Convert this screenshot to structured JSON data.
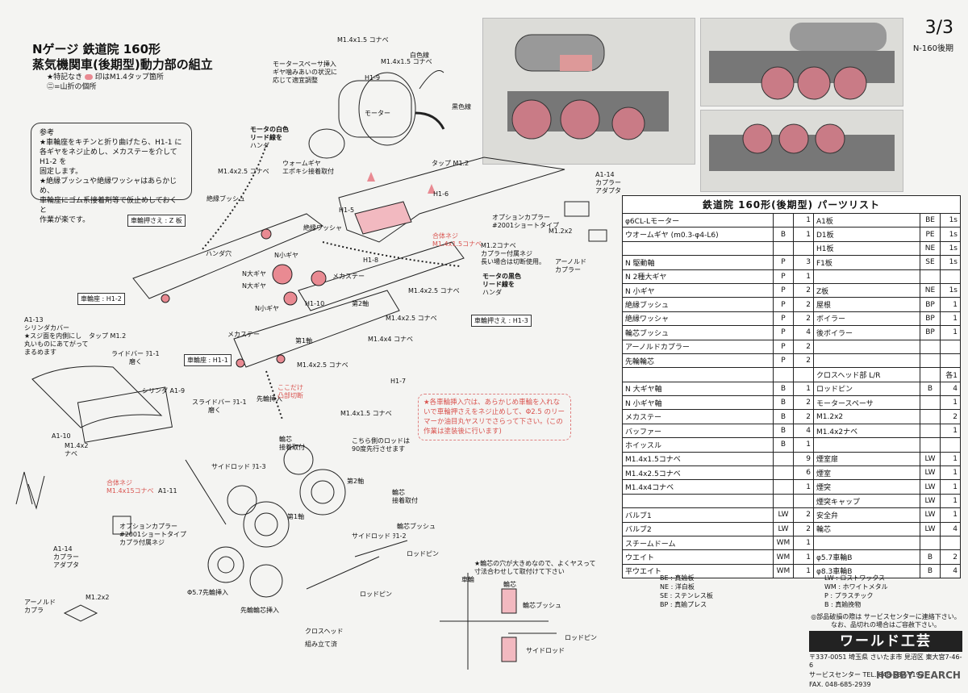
{
  "header": {
    "title_line1": "Nゲージ 鉄道院 160形",
    "title_line2": "蒸気機関車(後期型)動力部の組立",
    "legend1": "★特記なき",
    "legend1b": "印はM1.4タップ箇所",
    "legend2": "㊁=山折の個所"
  },
  "page": {
    "number": "3/3",
    "model": "N-160後期"
  },
  "note": {
    "title": "参考",
    "lines": [
      "★車輪座をキチンと折り曲げたら、H1-1 に",
      "各ギヤをネジ止めし、メカステーを介して H1-2 を",
      "固定します。",
      "★絶縁ブッシュや絶縁ワッシャはあらかじめ、",
      "車輪座にゴム系接着剤等で仮止めしておくと",
      "作業が楽です。"
    ]
  },
  "diagram": {
    "labels": [
      "M1.4x1.5 コナベ",
      "モータースペーサ挿入",
      "ギヤ噛みあいの状況に",
      "応じて適宜調整",
      "M1.4x1.5 コナベ",
      "白色線",
      "H1-9",
      "モーター",
      "黒色線",
      "モータの白色",
      "リード線を",
      "ハンダ",
      "ウォームギヤ",
      "エポキシ接着取付",
      "タップ M1.2",
      "H1-6",
      "H1-5",
      "A1-14",
      "カプラー",
      "アダプタ",
      "M1.4x2.5 コナベ",
      "絶縁ブッシュ",
      "絶縁ワッシャ",
      "ハンダ穴",
      "オプションカプラー",
      "#2001ショートタイプ",
      "合体ネジ",
      "M1.4x1.5コナベ",
      "M1.2コナベ",
      "カプラー付属ネジ",
      "長い場合は切断使用。",
      "M1.2x2",
      "アーノルド",
      "カプラー",
      "モータの黒色",
      "リード線を",
      "ハンダ",
      "N小ギヤ",
      "N大ギヤ",
      "N大ギヤ",
      "メカステー",
      "H1-8",
      "H1-10",
      "N小ギヤ",
      "第2軸",
      "M1.4x2.5 コナベ",
      "M1.4x2.5 コナベ",
      "メカステー",
      "A1-13",
      "シリンダカバー",
      "★スジ面を内側にし",
      "丸いものにあてがって",
      "まるめます",
      "タップ M1.2",
      "ライドバー ｦ1-1",
      "磨く",
      "シリンダ A1-9",
      "スライドバー ｦ1-1",
      "磨く",
      "先輪挿入",
      "第1軸",
      "M1.4x2.5 コナベ",
      "ここだけ",
      "凸部切断",
      "H1-7",
      "M1.4x1.5 コナベ",
      "M1.4x4 コナベ",
      "A1-10",
      "M1.4x2",
      "ナベ",
      "A1-11",
      "合体ネジ",
      "M1.4x15コナベ",
      "オプションカプラー",
      "#2001ショートタイプ",
      "カプラ付属ネジ",
      "A1-14",
      "カプラー",
      "アダプタ",
      "M1.2x2",
      "アーノルド",
      "カプラ",
      "輪芯",
      "接着取付",
      "こちら側のロッドは",
      "90度先行させます",
      "第2軸",
      "輪芯",
      "接着取付",
      "第1軸",
      "輪芯ブッシュ",
      "ロッドピン",
      "サイドロッド ｦ1-3",
      "サイドロッド ｦ1-2",
      "Φ5.7先輪挿入",
      "先輪輪芯挿入",
      "ロッドピン",
      "クロスヘッド",
      "組み立て済",
      "★輪芯の穴が大きめなので、よくヤスって",
      "寸法合わせして取付けて下さい",
      "車輪",
      "輪芯",
      "輪芯ブッシュ",
      "ロッドピン",
      "サイドロッド"
    ],
    "boxes": [
      "車輪押さえ : Z 板",
      "車輪座 : H1-2",
      "車輪座 : H1-1",
      "車輪押さえ : H1-3"
    ],
    "warning": "★各車輪挿入穴は、あらかじめ車輪を入れないで車輪押さえをネジ止めして、Φ2.5 のリーマーか油目丸ヤスリでさらって下さい。(この作業は塗装後に行います)"
  },
  "parts_list": {
    "title": "鉄道院 160形(後期型) パーツリスト",
    "rows": [
      [
        "φ6CL-Lモーター",
        "",
        "1",
        "A1板",
        "BE",
        "1s"
      ],
      [
        "ウオームギヤ (m0.3-φ4-L6)",
        "B",
        "1",
        "D1板",
        "PE",
        "1s"
      ],
      [
        "",
        "",
        "",
        "H1板",
        "NE",
        "1s"
      ],
      [
        "N 駆動軸",
        "P",
        "3",
        "F1板",
        "SE",
        "1s"
      ],
      [
        "N 2種大ギヤ",
        "P",
        "1",
        "",
        "",
        ""
      ],
      [
        "N 小ギヤ",
        "P",
        "2",
        "Z板",
        "NE",
        "1s"
      ],
      [
        "絶縁ブッシュ",
        "P",
        "2",
        "屋根",
        "BP",
        "1"
      ],
      [
        "絶縁ワッシャ",
        "P",
        "2",
        "ボイラー",
        "BP",
        "1"
      ],
      [
        "輪芯ブッシュ",
        "P",
        "4",
        "後ボイラー",
        "BP",
        "1"
      ],
      [
        "アーノルドカプラー",
        "P",
        "2",
        "",
        "",
        ""
      ],
      [
        "先輪輪芯",
        "P",
        "2",
        "",
        "",
        ""
      ],
      [
        "",
        "",
        "",
        "クロスヘッド部 L/R",
        "",
        "各1"
      ],
      [
        "N 大ギヤ軸",
        "B",
        "1",
        "ロッドピン",
        "B",
        "4"
      ],
      [
        "N 小ギヤ軸",
        "B",
        "2",
        "モータースペーサ",
        "",
        "1"
      ],
      [
        "メカステー",
        "B",
        "2",
        "M1.2x2",
        "",
        "2"
      ],
      [
        "バッファー",
        "B",
        "4",
        "M1.4x2ナベ",
        "",
        "1"
      ],
      [
        "ホイッスル",
        "B",
        "1",
        "",
        "",
        ""
      ],
      [
        "M1.4x1.5コナベ",
        "",
        "9",
        "煙室扉",
        "LW",
        "1"
      ],
      [
        "M1.4x2.5コナベ",
        "",
        "6",
        "煙室",
        "LW",
        "1"
      ],
      [
        "M1.4x4コナベ",
        "",
        "1",
        "煙突",
        "LW",
        "1"
      ],
      [
        "",
        "",
        "",
        "煙突キャップ",
        "LW",
        "1"
      ],
      [
        "バルブ1",
        "LW",
        "2",
        "安全弁",
        "LW",
        "1"
      ],
      [
        "バルブ2",
        "LW",
        "2",
        "輪芯",
        "LW",
        "4"
      ],
      [
        "スチームドーム",
        "WM",
        "1",
        "",
        "",
        ""
      ],
      [
        "ウエイト",
        "WM",
        "1",
        "φ5.7車輪B",
        "B",
        "2"
      ],
      [
        "平ウエイト",
        "WM",
        "1",
        "φ8.3車輪B",
        "B",
        "4"
      ]
    ]
  },
  "material_legend": [
    "BE : 真鍮板",
    "NE : 洋白板",
    "SE : ステンレス板",
    "BP : 真鍮プレス",
    "LW : ロストワックス",
    "WM : ホワイトメタル",
    "P : プラスチック",
    "B : 真鍮挽物"
  ],
  "maker": {
    "note1": "◎部品破損の際は サービスセンターに連絡下さい。",
    "note2": "なお、品切れの場合はご容赦下さい。",
    "name": "ワールド工芸",
    "addr1": "〒337-0051 埼玉県 さいたま市 見沼区 東大宮7-46-6",
    "addr2": "サービスセンター TEL. 048-687-7193",
    "addr3": "FAX. 048-685-2939"
  },
  "watermark": "HOBBY SEARCH",
  "colors": {
    "accent_pink": "#e98a92",
    "warn_red": "#d9534f"
  }
}
